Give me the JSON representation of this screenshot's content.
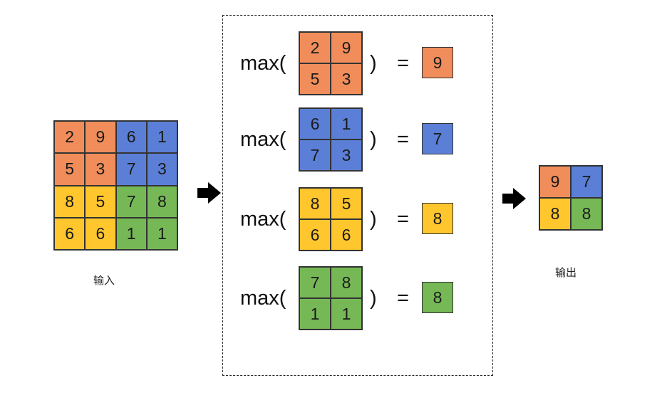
{
  "input": {
    "label": "输入",
    "cells": [
      {
        "v": "2",
        "c": "orange"
      },
      {
        "v": "9",
        "c": "orange"
      },
      {
        "v": "6",
        "c": "blue"
      },
      {
        "v": "1",
        "c": "blue"
      },
      {
        "v": "5",
        "c": "orange"
      },
      {
        "v": "3",
        "c": "orange"
      },
      {
        "v": "7",
        "c": "blue"
      },
      {
        "v": "3",
        "c": "blue"
      },
      {
        "v": "8",
        "c": "yellow"
      },
      {
        "v": "5",
        "c": "yellow"
      },
      {
        "v": "7",
        "c": "green"
      },
      {
        "v": "8",
        "c": "green"
      },
      {
        "v": "6",
        "c": "yellow"
      },
      {
        "v": "6",
        "c": "yellow"
      },
      {
        "v": "1",
        "c": "green"
      },
      {
        "v": "1",
        "c": "green"
      }
    ]
  },
  "operations": [
    {
      "func": "max(",
      "close": ")",
      "eq": "=",
      "color": "orange",
      "window": [
        "2",
        "9",
        "5",
        "3"
      ],
      "result": "9"
    },
    {
      "func": "max(",
      "close": ")",
      "eq": "=",
      "color": "blue",
      "window": [
        "6",
        "1",
        "7",
        "3"
      ],
      "result": "7"
    },
    {
      "func": "max(",
      "close": ")",
      "eq": "=",
      "color": "yellow",
      "window": [
        "8",
        "5",
        "6",
        "6"
      ],
      "result": "8"
    },
    {
      "func": "max(",
      "close": ")",
      "eq": "=",
      "color": "green",
      "window": [
        "7",
        "8",
        "1",
        "1"
      ],
      "result": "8"
    }
  ],
  "output": {
    "label": "输出",
    "cells": [
      {
        "v": "9",
        "c": "orange"
      },
      {
        "v": "7",
        "c": "blue"
      },
      {
        "v": "8",
        "c": "yellow"
      },
      {
        "v": "8",
        "c": "green"
      }
    ]
  },
  "colors": {
    "orange": "#F08D5A",
    "blue": "#5B7FD6",
    "yellow": "#FFC62E",
    "green": "#76B856"
  },
  "icons": [
    "right-arrow-icon"
  ]
}
